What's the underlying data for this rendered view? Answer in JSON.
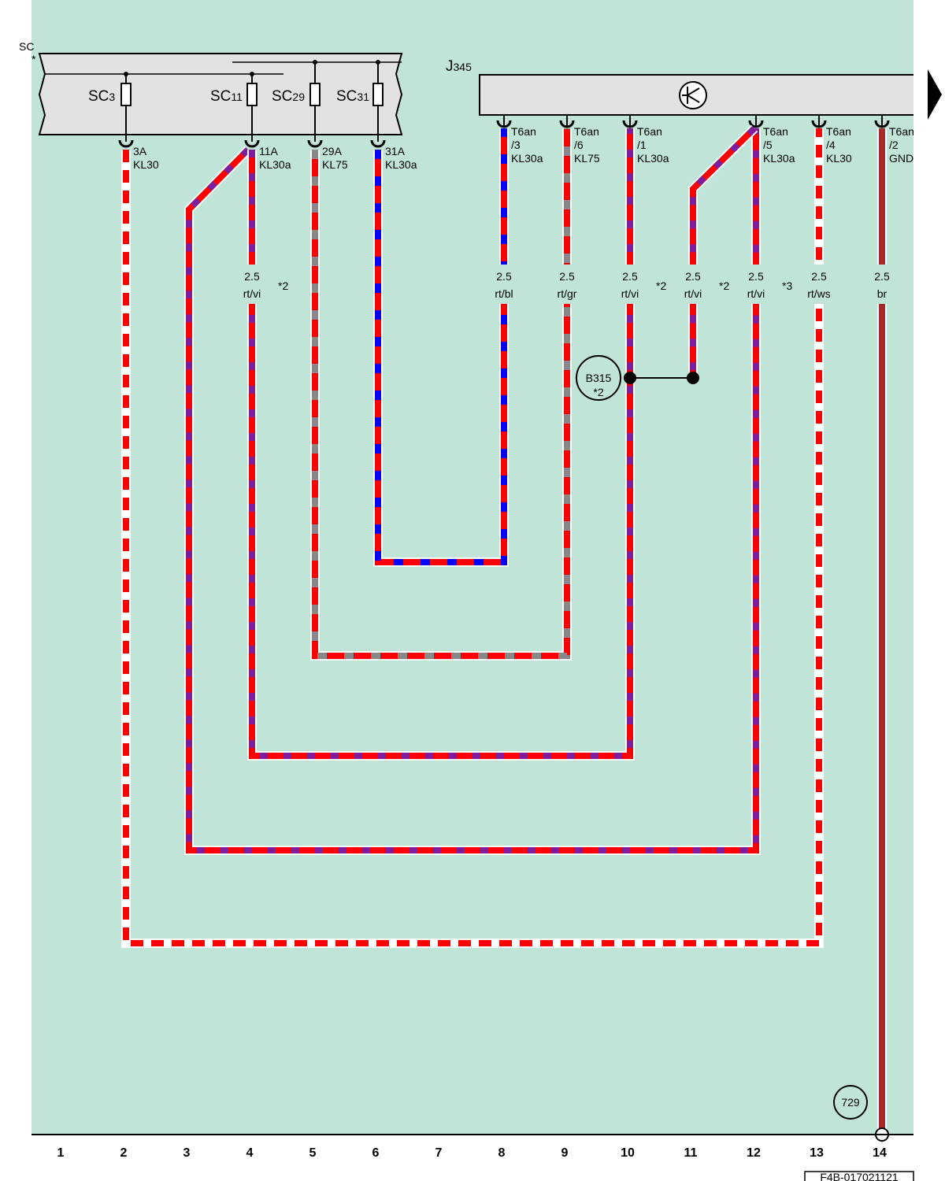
{
  "fusebox": {
    "label": "SC",
    "asterisk": "*",
    "fuses": [
      {
        "name": "SC",
        "sub": "3",
        "pin": "3A",
        "term": "KL30"
      },
      {
        "name": "SC",
        "sub": "11",
        "pin": "11A",
        "term": "KL30a"
      },
      {
        "name": "SC",
        "sub": "29",
        "pin": "29A",
        "term": "KL75"
      },
      {
        "name": "SC",
        "sub": "31",
        "pin": "31A",
        "term": "KL30a"
      }
    ]
  },
  "module": {
    "label": "J",
    "label_sub": "345",
    "pins": [
      {
        "conn": "T6an",
        "pin": "/3",
        "term": "KL30a"
      },
      {
        "conn": "T6an",
        "pin": "/6",
        "term": "KL75"
      },
      {
        "conn": "T6an",
        "pin": "/1",
        "term": "KL30a"
      },
      {
        "conn": "T6an",
        "pin": "/5",
        "term": "KL30a"
      },
      {
        "conn": "T6an",
        "pin": "/4",
        "term": "KL30"
      },
      {
        "conn": "T6an",
        "pin": "/2",
        "term": "GND"
      }
    ]
  },
  "wires": [
    {
      "size": "2.5",
      "color": "rt/vi",
      "note": "*2"
    },
    {
      "size": "2.5",
      "color": "rt/bl",
      "note": ""
    },
    {
      "size": "2.5",
      "color": "rt/gr",
      "note": ""
    },
    {
      "size": "2.5",
      "color": "rt/vi",
      "note": "*2"
    },
    {
      "size": "2.5",
      "color": "rt/vi",
      "note": "*2"
    },
    {
      "size": "2.5",
      "color": "rt/vi",
      "note": "*3"
    },
    {
      "size": "2.5",
      "color": "rt/ws",
      "note": ""
    },
    {
      "size": "2.5",
      "color": "br",
      "note": ""
    }
  ],
  "splice": {
    "label": "B315",
    "note": "*2"
  },
  "ground": {
    "label": "729"
  },
  "columns": [
    "1",
    "2",
    "3",
    "4",
    "5",
    "6",
    "7",
    "8",
    "9",
    "10",
    "11",
    "12",
    "13",
    "14"
  ],
  "doc_id": "F4B-017021121",
  "colors": {
    "background": "#c0e5d8",
    "housing": "#e2e2e2",
    "rt": "#ff0000",
    "vi": "#7e1e9c",
    "bl": "#0000ff",
    "gr": "#888888",
    "ws": "#ffffff",
    "br": "#a52a2a"
  },
  "icons": {
    "module_symbol": "transistor-icon",
    "continuation": "arrow-right-icon"
  }
}
